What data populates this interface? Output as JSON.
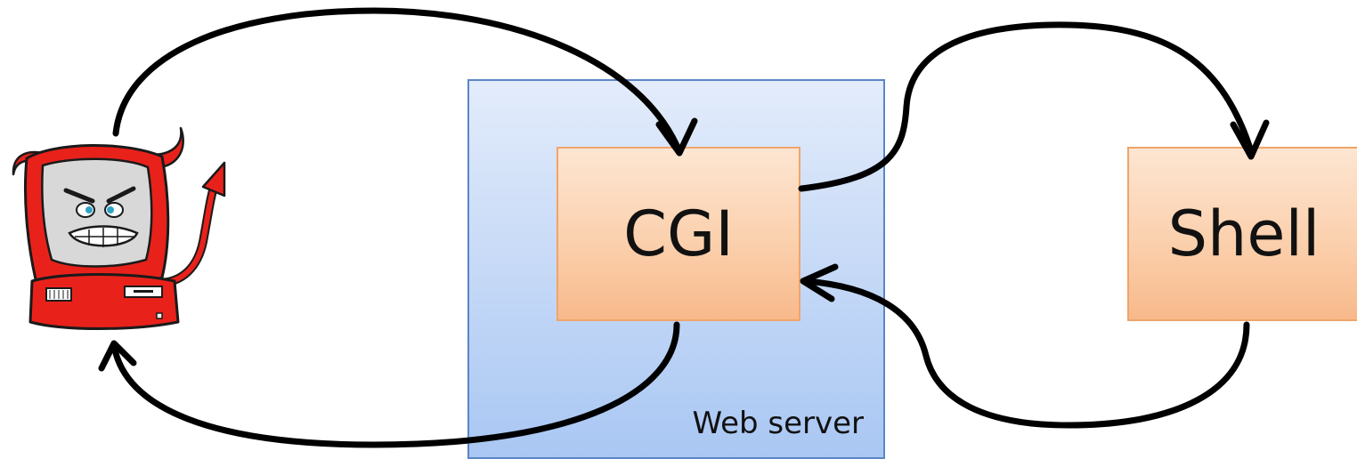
{
  "nodes": {
    "web_server": {
      "label": "Web server"
    },
    "cgi": {
      "label": "CGI"
    },
    "shell": {
      "label": "Shell"
    },
    "attacker": {
      "icon": "devil-computer-icon"
    }
  },
  "edges": [
    {
      "from": "attacker",
      "to": "cgi"
    },
    {
      "from": "cgi",
      "to": "shell"
    },
    {
      "from": "shell",
      "to": "cgi"
    },
    {
      "from": "cgi",
      "to": "attacker"
    }
  ],
  "colors": {
    "web_server_fill_top": "#e3ecfb",
    "web_server_fill_bottom": "#a9c7f3",
    "web_server_border": "#5b86c6",
    "process_fill_top": "#fde6d2",
    "process_fill_bottom": "#f8b98b",
    "process_border": "#f0a46a",
    "arrow": "#000000",
    "devil_red": "#e8221b"
  }
}
